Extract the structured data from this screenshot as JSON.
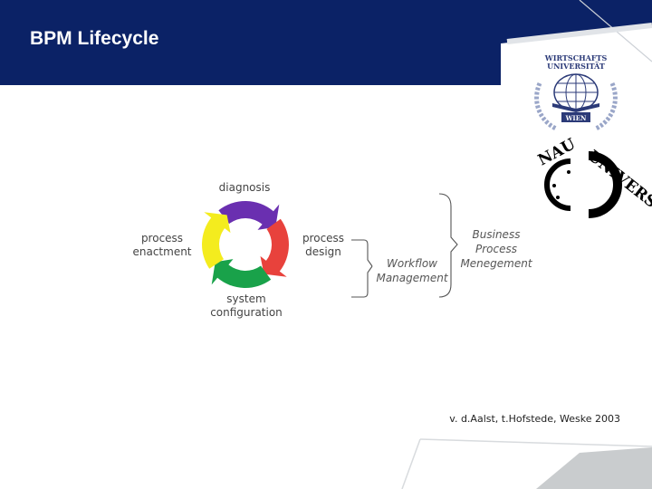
{
  "slide": {
    "title": "BPM Lifecycle",
    "citation": "v. d.Aalst, t.Hofstede, Weske 2003"
  },
  "cycle": {
    "top": "diagnosis",
    "right": [
      "process",
      "design"
    ],
    "bottom": [
      "system",
      "configuration"
    ],
    "left": [
      "process",
      "enactment"
    ],
    "arrow_colors": [
      "#6a2fb0",
      "#e8423c",
      "#19a24a",
      "#f4ec1e"
    ]
  },
  "scopes": {
    "inner": [
      "Workflow",
      "Management"
    ],
    "outer": [
      "Business",
      "Process",
      "Menegement"
    ]
  },
  "logos": {
    "wu": {
      "line1": "WIRTSCHAFTS",
      "line2": "UNIVERSITÄT",
      "city": "WIEN"
    },
    "nau": {
      "left": "NAU",
      "right": "UNIVERSITÄT"
    }
  },
  "colors": {
    "header": "#0b2266",
    "accent_gray": "#c9ccce"
  }
}
